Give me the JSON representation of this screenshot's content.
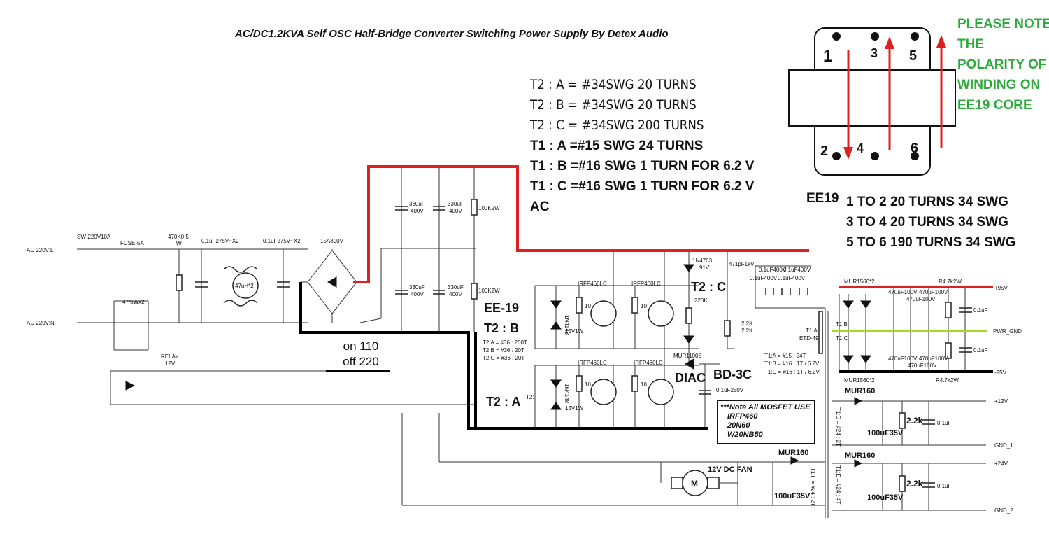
{
  "title": "AC/DC1.2KVA Self OSC Half-Bridge Converter Switching Power Supply By Detex Audio",
  "winding_notes": {
    "t2": [
      "T2 : A = #34SWG 20 TURNS",
      "T2 : B = #34SWG 20 TURNS",
      "T2 : C = #34SWG 200 TURNS"
    ],
    "t1": [
      "T1 : A =#15 SWG 24 TURNS",
      "T1 : B =#16 SWG 1 TURN FOR 6.2 V",
      "T1 : C =#16 SWG 1 TURN FOR 6.2 V",
      "AC"
    ]
  },
  "ee19": {
    "label": "EE19",
    "lines": [
      "1 TO 2 20 TURNS 34 SWG",
      "3 TO 4 20 TURNS 34 SWG",
      "5 TO 6 190 TURNS 34 SWG"
    ],
    "pins": [
      "1",
      "3",
      "5",
      "2",
      "4",
      "6"
    ]
  },
  "polarity_note": "PLEASE NOTE THE POLARITY OF WINDING ON EE19 CORE",
  "switch_note": {
    "line1": "on 110",
    "line2": "off 220"
  },
  "big_labels": {
    "ee19_t2b_1": "EE-19",
    "ee19_t2b_2": "T2 : B",
    "t2a": "T2 : A",
    "t2c": "T2 : C",
    "diac": "DIAC",
    "bd3c": "BD-3C"
  },
  "mosfet_note": {
    "heading": "***Note All MOSFET USE",
    "parts": [
      "IRFP460",
      "20N60",
      "W20NB50"
    ]
  },
  "components": {
    "ac_l": "AC 220V:L",
    "ac_n": "AC 220V:N",
    "sw": "SW-220V10A",
    "fuse": "FUSE-5A",
    "r470k": "470K0.5",
    "r470k_w": "W",
    "x2a": "0.1uF275V~X2",
    "x2b": "0.1uF275V~X2",
    "choke": "47uH*2",
    "bridge": "15A800V",
    "ntc": "47/5Wx2",
    "relay": "RELAY",
    "relay_v": "12V",
    "cap_top1": "330uF",
    "cap_top1_v": "400V",
    "cap_top2": "330uF",
    "cap_top2_v": "400V",
    "cap_bot1": "330uF",
    "cap_bot1_v": "400V",
    "cap_bot2": "330uF",
    "cap_bot2_v": "400V",
    "r100k_top": "100K2W",
    "r100k_bot": "100K2W",
    "q1": "IRFP460LC",
    "q2": "IRFP460LC",
    "q3": "IRFP460LC",
    "q4": "IRFP460LC",
    "rg1": "10",
    "rg2": "10",
    "rg3": "10",
    "rg4": "10",
    "d1n4148_top": "1N4148",
    "d1n4148_bot": "1N4148",
    "z15_top": "15V1W",
    "z15_bot": "15V1W",
    "z1n4763": "1N4763",
    "z1n4763_v": "91V",
    "c471": "471pF1kV",
    "r220k": "220K",
    "r2k2a": "2.2K",
    "r2k2b": "2.2K",
    "c01_400a": "0.1uF400V",
    "c01_400b": "0.1uF400V",
    "c01_400c": "0.1uF400V",
    "c01_400d": "0.1uF400V",
    "mur1100": "MUR1100E",
    "c250": "0.1uF250V",
    "t2_box": [
      "T2:A = #36 : 200T",
      "T2:B = #36 : 20T",
      "T2:C = #36 : 20T"
    ],
    "t2_small": "T2:",
    "t1_box": [
      "T1:A = #15 : 24T",
      "T1:B = #16 : 1T / 6.2V",
      "T1:C = #16 : 1T / 6.2V"
    ],
    "t1a": "T1:A",
    "etd": "ETD-49",
    "t1b": "T1:B",
    "t1c": "T1:C",
    "mur1560_top": "MUR1560*2",
    "mur1560_bot": "MUR1560*2",
    "r47_top": "R4.7k2W",
    "r47_bot": "R4.7k2W",
    "c470_1": "470uF100V",
    "c470_2": "470uF100V",
    "c470_3": "470uF100V",
    "c470_4": "470uF100V",
    "c470_5": "470uF100V",
    "c470_6": "470uF100V",
    "c01_top": "0.1uF",
    "c01_bot": "0.1uF",
    "plus95": "+95V",
    "pwr_gnd": "PWR_GND",
    "minus95": "-95V",
    "mur160_a": "MUR160",
    "mur160_b": "MUR160",
    "mur160_c": "MUR160",
    "plus12": "+12V",
    "gnd1": "GND_1",
    "plus24": "+24V",
    "gnd2": "GND_2",
    "c100_a": "100uF35V",
    "c100_b": "100uF35V",
    "c100_c": "100uF35V",
    "r2k2_a": "2.2k",
    "r2k2_b": "2.2k",
    "c01_a": "0.1uF",
    "c01_b": "0.1uF",
    "t1d": "T1:D = #24 : 2T",
    "t1e": "T1:E = #24 : 4T",
    "t1f": "T1:F = #24 : 2T",
    "fan": "12V DC FAN",
    "fan_m": "M"
  },
  "colors": {
    "hv_positive": "#e02020",
    "hv_negative": "#000000",
    "ground_rail": "#a6d82a",
    "note_green": "#2eaa3c",
    "arrow_red": "#e02020"
  }
}
